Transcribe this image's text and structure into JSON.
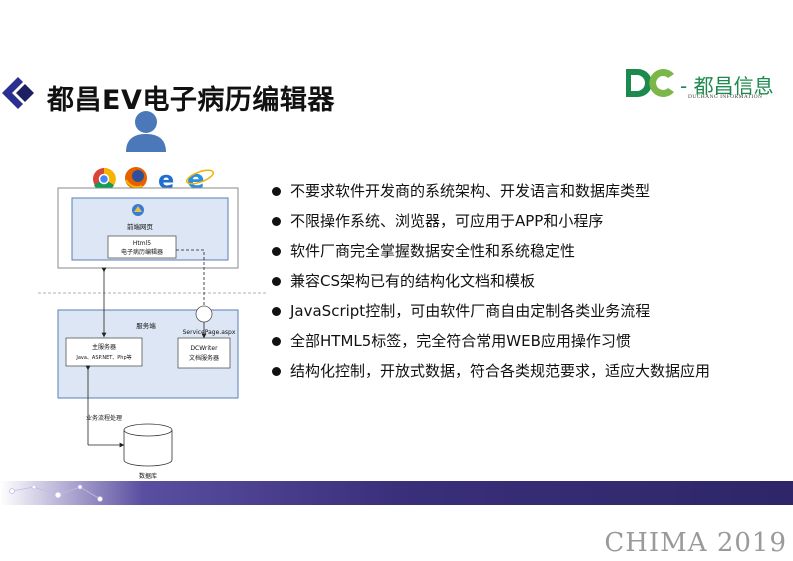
{
  "slide": {
    "title": "都昌EV电子病历编辑器",
    "logo": {
      "name": "- 都昌信息",
      "subtitle": "DUCHANG INFORMATION"
    },
    "footer": "CHIMA 2019"
  },
  "diagram": {
    "front": {
      "label": "前端网页",
      "inner_line1": "Html5",
      "inner_line2": "电子病历编辑器"
    },
    "server": {
      "label": "服务端",
      "main_line1": "主服务器",
      "main_line2": "Java、ASP.NET、Php等",
      "service_page": "ServicePage.aspx",
      "dc_line1": "DCWriter",
      "dc_line2": "文档服务器"
    },
    "flow_label": "业务流程处理",
    "db_label": "数据库",
    "browser_icons": [
      "chrome-icon",
      "firefox-icon",
      "edge-icon",
      "ie-icon"
    ]
  },
  "features": [
    "不要求软件开发商的系统架构、开发语言和数据库类型",
    "不限操作系统、浏览器，可应用于APP和小程序",
    "软件厂商完全掌握数据安全性和系统稳定性",
    "兼容CS架构已有的结构化文档和模板",
    "JavaScript控制，可由软件厂商自由定制各类业务流程",
    "全部HTML5标签，完全符合常用WEB应用操作习惯",
    "结构化控制，开放式数据，符合各类规范要求，适应大数据应用"
  ],
  "colors": {
    "accent_navy": "#1f2a6b",
    "band_purple": "#3a2f7a",
    "logo_green": "#1c8a4e",
    "box_fill": "#dce6f4",
    "box_stroke": "#5a7fb5"
  }
}
